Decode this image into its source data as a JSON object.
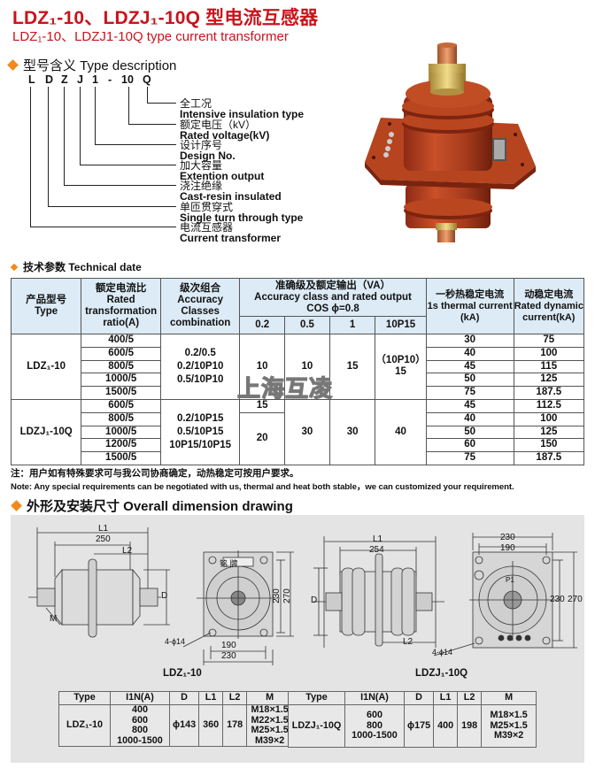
{
  "header": {
    "title_cn": "LDZ₁-10、LDZJ₁-10Q 型电流互感器",
    "title_en": "LDZ₁-10、LDZJ1-10Q type current transformer"
  },
  "type_description": {
    "heading": "型号含义 Type description",
    "code_letters": [
      "L",
      "D",
      "Z",
      "J",
      "1",
      "-",
      "10",
      "Q"
    ],
    "meanings": [
      {
        "cn": "全工况",
        "en": "Intensive insulation type"
      },
      {
        "cn": "额定电压（kV）",
        "en": "Rated voltage(kV)"
      },
      {
        "cn": "设计序号",
        "en": "Design No."
      },
      {
        "cn": "加大容量",
        "en": "Extention output"
      },
      {
        "cn": "浇注绝缘",
        "en": "Cast-resin insulated"
      },
      {
        "cn": "单匝贯穿式",
        "en": "Single turn through type"
      },
      {
        "cn": "电流互感器",
        "en": "Current transformer"
      }
    ]
  },
  "product_image": {
    "alt": "red cast-resin current transformer with brass terminals"
  },
  "technical": {
    "heading": "技术参数 Technical date",
    "headers": {
      "type_cn": "产品型号",
      "type_en": "Type",
      "ratio_cn": "额定电流比",
      "ratio_en1": "Rated",
      "ratio_en2": "transformation",
      "ratio_en3": "ratio(A)",
      "acc_cn": "级次组合",
      "acc_en1": "Accuracy",
      "acc_en2": "Classes",
      "acc_en3": "combination",
      "out_cn": "准确级及额定输出（VA）",
      "out_en": "Accuracy class and rated output",
      "out_cos": "COS ϕ=0.8",
      "out_cols": [
        "0.2",
        "0.5",
        "1",
        "10P15"
      ],
      "therm_cn": "一秒热稳定电流",
      "therm_en1": "1s thermal current",
      "therm_en2": "(kA)",
      "dyn_cn": "动稳定电流",
      "dyn_en1": "Rated dynamic",
      "dyn_en2": "current(kA)"
    },
    "groups": [
      {
        "type": "LDZ₁-10",
        "ratios": [
          "400/5",
          "600/5",
          "800/5",
          "1000/5",
          "1500/5"
        ],
        "accuracy": [
          "0.2/0.5",
          "0.2/10P10",
          "0.5/10P10"
        ],
        "out_02": "10",
        "out_05": "10",
        "out_1": "15",
        "out_10p": "（10P10）",
        "out_10p_val": "15",
        "thermal": [
          "30",
          "40",
          "45",
          "50",
          "75"
        ],
        "dynamic": [
          "75",
          "100",
          "115",
          "125",
          "187.5"
        ]
      },
      {
        "type": "LDZJ₁-10Q",
        "ratios": [
          "600/5",
          "800/5",
          "1000/5",
          "1200/5",
          "1500/5"
        ],
        "accuracy": [
          "0.2/10P15",
          "0.5/10P15",
          "10P15/10P15"
        ],
        "out_02_first": "15",
        "out_02": "20",
        "out_05": "30",
        "out_1": "30",
        "out_10p": "40",
        "thermal": [
          "45",
          "40",
          "50",
          "60",
          "75"
        ],
        "dynamic": [
          "112.5",
          "100",
          "125",
          "150",
          "187.5"
        ]
      }
    ],
    "watermark": "上海互凌"
  },
  "note": {
    "cn": "注：用户如有特殊要求可与我公司协商确定，动热稳定可按用户要求。",
    "en": "Note: Any special requirements can be negotiated with us, thermal and heat both stable，we can customized your requirement."
  },
  "dimension": {
    "heading": "外形及安装尺寸 Overall dimension drawing",
    "drawing_left": {
      "label": "LDZ₁-10",
      "dims": {
        "L1": "L1",
        "d250": "250",
        "L2": "L2",
        "D": "D",
        "M": "M",
        "holes": "4-ϕ14",
        "w190": "190",
        "w230": "230",
        "h230": "230",
        "h270": "270",
        "nameplate": "铭  牌"
      }
    },
    "drawing_right": {
      "label": "LDZJ₁-10Q",
      "dims": {
        "L1": "L1",
        "d254": "254",
        "L2": "L2",
        "D": "D",
        "holes": "4-ϕ14",
        "w230": "230",
        "w190": "190",
        "h230": "230",
        "h270": "270",
        "P1": "P1"
      }
    },
    "table_headers": [
      "Type",
      "I1N(A)",
      "D",
      "L1",
      "L2",
      "M"
    ],
    "tables": [
      {
        "type": "LDZ₁-10",
        "i1n": [
          "400",
          "600",
          "800",
          "1000-1500"
        ],
        "D": "ϕ143",
        "L1": "360",
        "L2": "178",
        "M": [
          "M18×1.5",
          "M22×1.5",
          "M25×1.5",
          "M39×2"
        ]
      },
      {
        "type": "LDZJ₁-10Q",
        "i1n": [
          "600",
          "800",
          "1000-1500"
        ],
        "D": "ϕ175",
        "L1": "400",
        "L2": "198",
        "M": [
          "M18×1.5",
          "M25×1.5",
          "M39×2"
        ]
      }
    ]
  }
}
